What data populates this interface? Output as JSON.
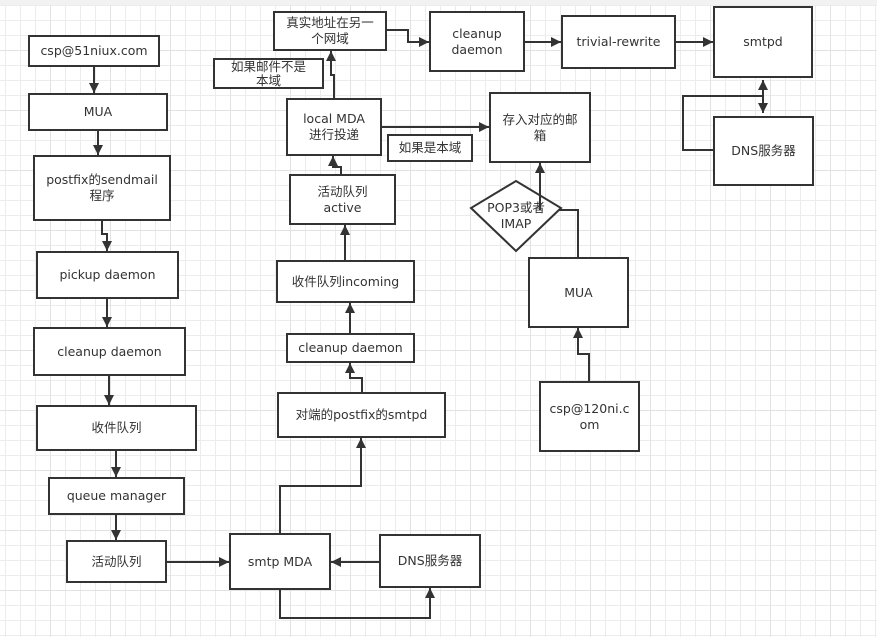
{
  "diagram": {
    "title": "Postfix mail delivery flow",
    "colors": {
      "stroke": "#333333",
      "text": "#333333",
      "fill": "#ffffff",
      "grid": "#ececec"
    },
    "nodes": {
      "sender_address": "csp@51niux.com",
      "sender_mua": "MUA",
      "sendmail": "postfix的sendmail\n程序",
      "pickup": "pickup daemon",
      "cleanup_left": "cleanup daemon",
      "incoming_queue_left": "收件队列",
      "queue_manager": "queue manager",
      "active_queue_left": "活动队列",
      "smtp_mda": "smtp MDA",
      "dns_bottom": "DNS服务器",
      "remote_smtpd": "对端的postfix的smtpd",
      "cleanup_mid": "cleanup daemon",
      "incoming_queue_mid": "收件队列incoming",
      "active_queue_mid": "活动队列\nactive",
      "local_mda": "local MDA\n进行投递",
      "not_local_note": "如果邮件不是\n本域",
      "real_address_other_domain": "真实地址在另一\n个网域",
      "cleanup_top": "cleanup\ndaemon",
      "trivial_rewrite": "trivial-rewrite",
      "smtpd_top": "smtpd",
      "dns_right": "DNS服务器",
      "mailbox": "存入对应的邮\n箱",
      "local_note": "如果是本域",
      "pop3_imap": "POP3或者\nIMAP",
      "receiver_mua": "MUA",
      "receiver_address": "csp@120ni.c\nom"
    },
    "edges": [
      {
        "from": "sender_address",
        "to": "sender_mua"
      },
      {
        "from": "sender_mua",
        "to": "sendmail"
      },
      {
        "from": "sendmail",
        "to": "pickup"
      },
      {
        "from": "pickup",
        "to": "cleanup_left"
      },
      {
        "from": "cleanup_left",
        "to": "incoming_queue_left"
      },
      {
        "from": "incoming_queue_left",
        "to": "queue_manager"
      },
      {
        "from": "queue_manager",
        "to": "active_queue_left"
      },
      {
        "from": "active_queue_left",
        "to": "smtp_mda"
      },
      {
        "from": "dns_bottom",
        "to": "smtp_mda"
      },
      {
        "from": "smtp_mda",
        "to": "dns_bottom"
      },
      {
        "from": "smtp_mda",
        "to": "remote_smtpd"
      },
      {
        "from": "remote_smtpd",
        "to": "cleanup_mid"
      },
      {
        "from": "cleanup_mid",
        "to": "incoming_queue_mid"
      },
      {
        "from": "incoming_queue_mid",
        "to": "active_queue_mid"
      },
      {
        "from": "active_queue_mid",
        "to": "local_mda"
      },
      {
        "from": "local_mda",
        "to": "real_address_other_domain"
      },
      {
        "from": "local_mda",
        "to": "mailbox"
      },
      {
        "from": "real_address_other_domain",
        "to": "cleanup_top"
      },
      {
        "from": "cleanup_top",
        "to": "trivial_rewrite"
      },
      {
        "from": "trivial_rewrite",
        "to": "smtpd_top"
      },
      {
        "from": "smtpd_top",
        "to": "dns_right"
      },
      {
        "from": "dns_right",
        "to": "smtpd_top"
      },
      {
        "from": "receiver_address",
        "to": "receiver_mua"
      },
      {
        "from": "receiver_mua",
        "to": "mailbox"
      }
    ]
  }
}
